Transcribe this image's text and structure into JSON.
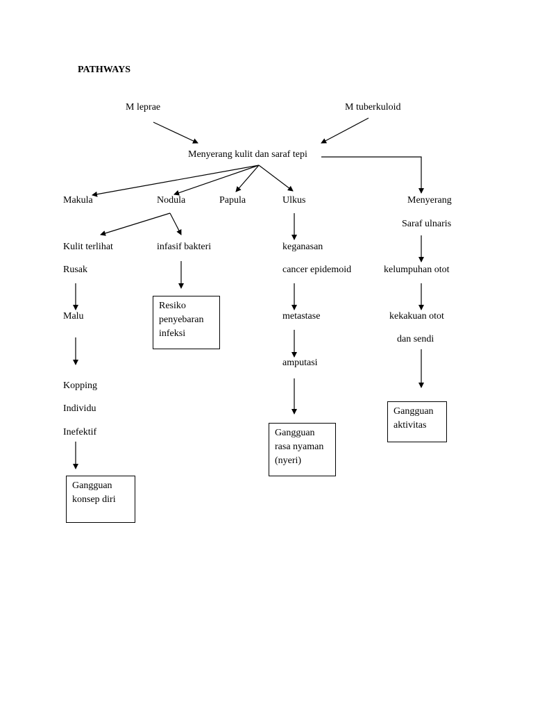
{
  "title": "PATHWAYS",
  "nodes": {
    "m_leprae": "M leprae",
    "m_tuberkuloid": "M tuberkuloid",
    "menyerang_kulit": "Menyerang kulit dan saraf tepi",
    "makula": "Makula",
    "nodula": "Nodula",
    "papula": "Papula",
    "ulkus": "Ulkus",
    "menyerang": "Menyerang",
    "saraf_ulnaris": "Saraf ulnaris",
    "kulit_terlihat": "Kulit terlihat",
    "rusak": "Rusak",
    "malu": "Malu",
    "kopping": "Kopping",
    "individu": "Individu",
    "inefektif": "Inefektif",
    "infasif_bakteri": "infasif bakteri",
    "keganasan": "keganasan",
    "cancer_epidemoid": "cancer epidemoid",
    "metastase": "metastase",
    "amputasi": "amputasi",
    "kelumpuhan_otot": "kelumpuhan otot",
    "kekakuan_otot": "kekakuan otot",
    "dan_sendi": "dan sendi"
  },
  "boxes": {
    "resiko": [
      "Resiko",
      "penyebaran",
      "infeksi"
    ],
    "konsep_diri": [
      "Gangguan",
      "konsep diri"
    ],
    "rasa_nyaman": [
      "Gangguan",
      "rasa nyaman",
      "(nyeri)"
    ],
    "aktivitas": [
      "Gangguan",
      "aktivitas"
    ]
  }
}
